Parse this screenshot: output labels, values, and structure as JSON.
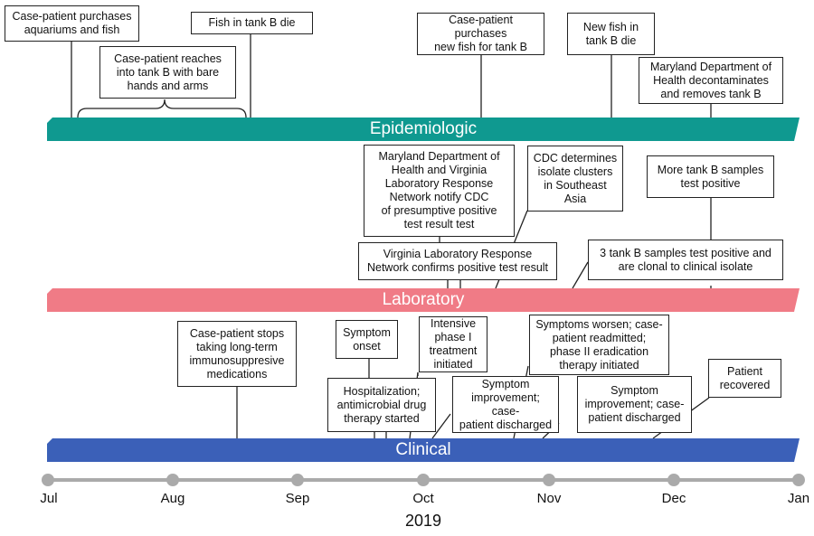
{
  "colors": {
    "epidemiologic": "#0f9990",
    "laboratory": "#f07b86",
    "clinical": "#3b60b8",
    "axis": "#aaaaaa"
  },
  "bands": {
    "epidemiologic": "Epidemiologic",
    "laboratory": "Laboratory",
    "clinical": "Clinical"
  },
  "axis": {
    "months": [
      "Jul",
      "Aug",
      "Sep",
      "Oct",
      "Nov",
      "Dec",
      "Jan"
    ],
    "year": "2019"
  },
  "events": {
    "epi_purchase": "Case-patient purchases\naquariums and fish",
    "epi_reach": "Case-patient reaches\ninto tank B with bare\nhands and arms",
    "epi_fish_die": "Fish in tank B die",
    "epi_new_fish": "Case-patient purchases\nnew fish for tank B",
    "epi_new_die": "New fish in\ntank B die",
    "epi_decon": "Maryland Department of\nHealth decontaminates\nand removes tank B",
    "lab_notify": "Maryland Department of\nHealth and Virginia\nLaboratory Response\nNetwork notify CDC\nof presumptive positive\ntest result test",
    "lab_clusters": "CDC determines\nisolate clusters\nin Southeast\nAsia",
    "lab_more": "More tank B samples\ntest positive",
    "lab_confirm": "Virginia Laboratory Response\nNetwork confirms positive test result",
    "lab_clonal": "3 tank B samples test positive and\nare clonal to clinical isolate",
    "cl_stops": "Case-patient stops\ntaking long-term\nimmunosuppresive\nmedications",
    "cl_onset": "Symptom\nonset",
    "cl_intensive": "Intensive\nphase I\ntreatment\ninitiated",
    "cl_worsen": "Symptoms worsen; case-\npatient readmitted;\nphase II eradication\ntherapy initiated",
    "cl_hosp": "Hospitalization;\nantimicrobial drug\ntherapy started",
    "cl_improve1": "Symptom\nimprovement; case-\npatient discharged",
    "cl_improve2": "Symptom\nimprovement; case-\npatient discharged",
    "cl_recovered": "Patient\nrecovered"
  }
}
